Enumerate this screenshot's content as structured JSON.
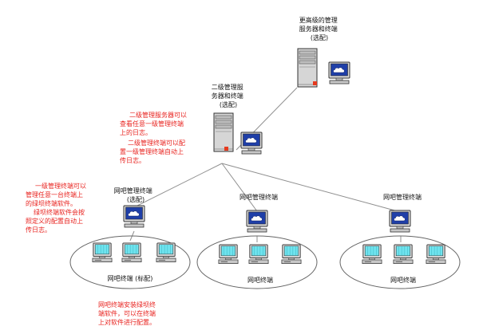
{
  "colors": {
    "note_red": "#e8231f",
    "screen_cyan": "#6fe3ee",
    "mgmt_screen": "#1f3fa8",
    "server_led": "#e53a1e"
  },
  "labels": {
    "top_server": [
      "更高级的管理",
      "服务器和终端",
      "(选配)"
    ],
    "second_server": [
      "二级管理服",
      "务器和终端",
      "(选配)"
    ],
    "cafe_mgmt_1": [
      "网吧管理终端",
      "(选配)"
    ],
    "cafe_mgmt_2": [
      "网吧管理终端"
    ],
    "cafe_mgmt_3": [
      "网吧管理终端"
    ],
    "cafe_terminal_1": "网吧终端 (标配)",
    "cafe_terminal_2": "网吧终端",
    "cafe_terminal_3": "网吧终端"
  },
  "notes": {
    "second_level": [
      "二级管理服务器可以",
      "查看任意一级管理终端",
      "上的日志。",
      "二级管理终端可以配",
      "置一级管理终端自动上",
      "传日志。"
    ],
    "first_level": [
      "一级管理终端可以",
      "管理任意一台终端上",
      "的绿坝终端软件。",
      "绿坝终端软件会按",
      "照定义的配置自动上",
      "传日志。"
    ],
    "terminal": [
      "网吧终端安装绿坝终",
      "端软件，可以在终端",
      "上对软件进行配置。"
    ]
  }
}
